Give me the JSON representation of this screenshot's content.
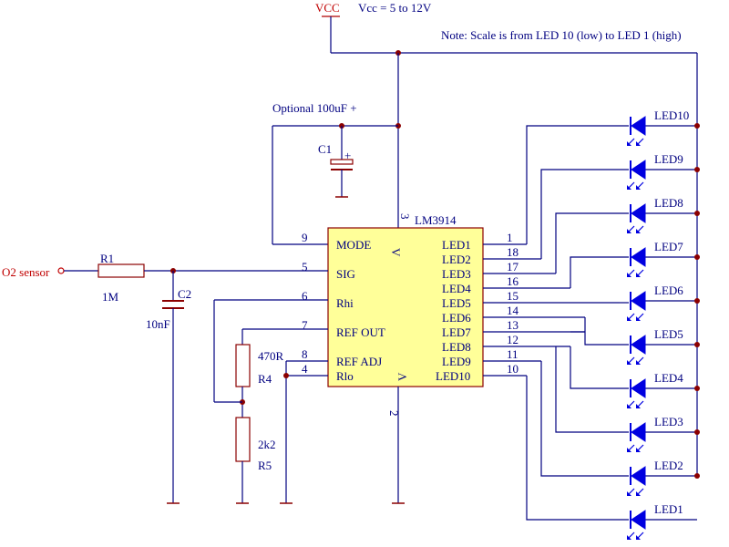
{
  "supply": {
    "vcc_label": "VCC",
    "vcc_range": "Vcc = 5 to 12V"
  },
  "note": "Note: Scale is from LED 10 (low) to LED 1 (high)",
  "cap1": {
    "note": "Optional 100uF +",
    "ref": "C1",
    "plus": "+"
  },
  "cap2": {
    "ref": "C2",
    "value": "10nF"
  },
  "r1": {
    "ref": "R1",
    "value": "1M"
  },
  "r4": {
    "ref": "R4",
    "value": "470R"
  },
  "r5": {
    "ref": "R5",
    "value": "2k2"
  },
  "input": {
    "label": "O2 sensor"
  },
  "ic": {
    "name": "LM3914",
    "left_pins": [
      {
        "num": "9",
        "name": "MODE"
      },
      {
        "num": "5",
        "name": "SIG"
      },
      {
        "num": "6",
        "name": "Rhi"
      },
      {
        "num": "7",
        "name": "REF OUT"
      },
      {
        "num": "8",
        "name": "REF ADJ"
      },
      {
        "num": "4",
        "name": "Rlo"
      }
    ],
    "right_pins": [
      {
        "num": "1",
        "name": "LED1"
      },
      {
        "num": "18",
        "name": "LED2"
      },
      {
        "num": "17",
        "name": "LED3"
      },
      {
        "num": "16",
        "name": "LED4"
      },
      {
        "num": "15",
        "name": "LED5"
      },
      {
        "num": "14",
        "name": "LED6"
      },
      {
        "num": "13",
        "name": "LED7"
      },
      {
        "num": "12",
        "name": "LED8"
      },
      {
        "num": "11",
        "name": "LED9"
      },
      {
        "num": "10",
        "name": "LED10"
      }
    ],
    "top_pin": "3",
    "bottom_pin": "2",
    "vplus": "V",
    "vminus": "V"
  },
  "leds": [
    "LED10",
    "LED9",
    "LED8",
    "LED7",
    "LED6",
    "LED5",
    "LED4",
    "LED3",
    "LED2",
    "LED1"
  ],
  "colors": {
    "wire": "#000080",
    "node": "#8b0000",
    "led": "#0000e0",
    "ic_fill": "#ffff99",
    "vcc": "#c00000"
  }
}
